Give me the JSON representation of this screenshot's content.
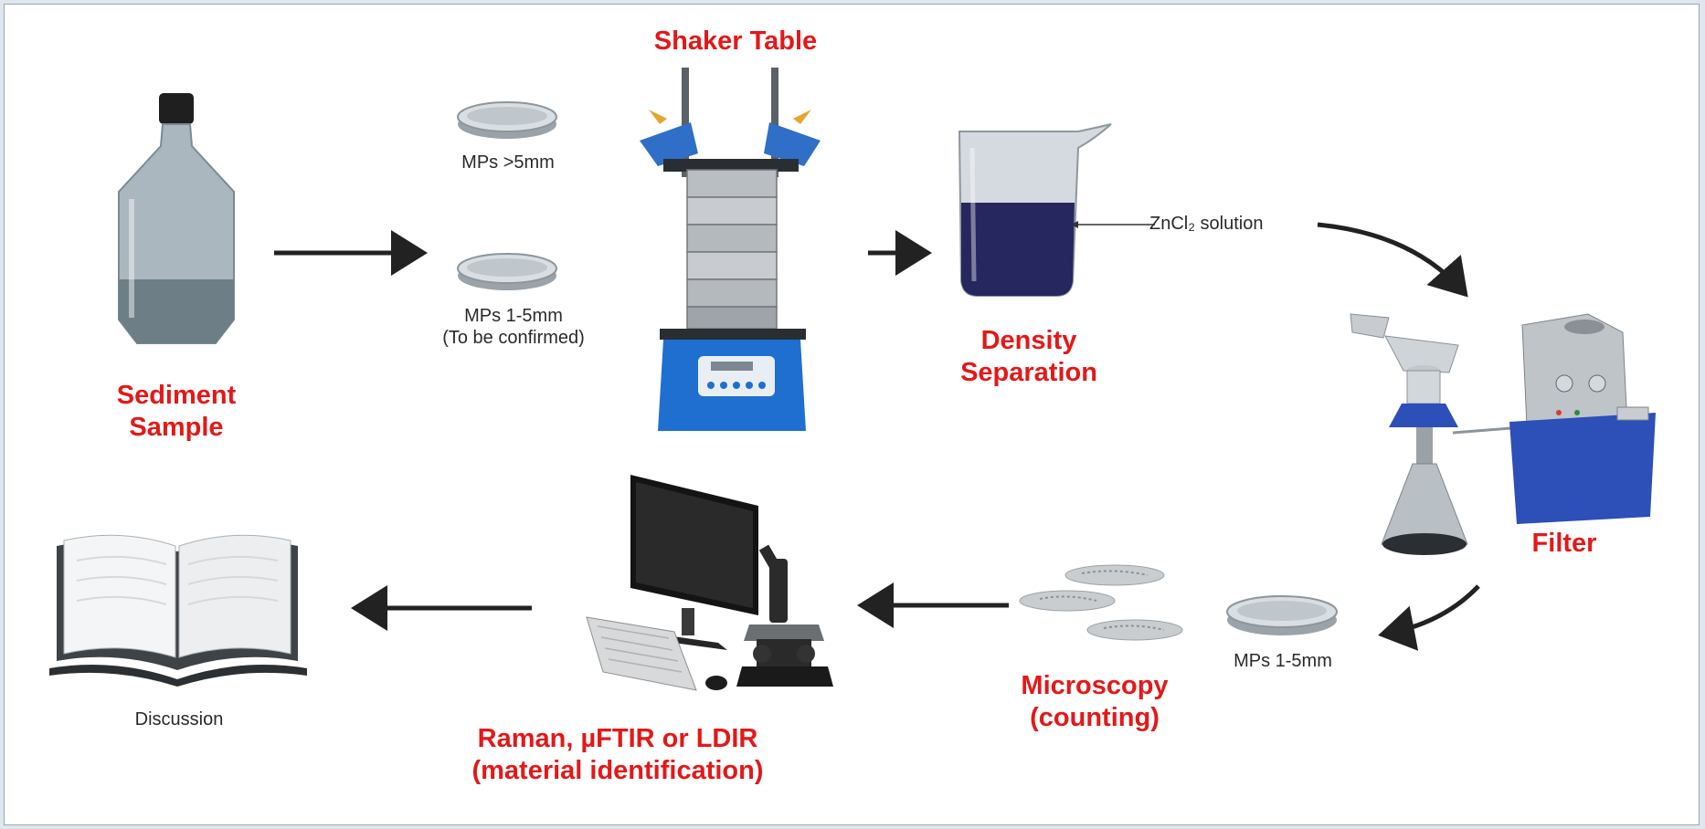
{
  "diagram": {
    "steps": {
      "sediment_sample": "Sediment\nSample",
      "shaker_table": "Shaker Table",
      "density_separation": "Density\nSeparation",
      "filter": "Filter",
      "microscopy": "Microscopy\n(counting)",
      "identification": "Raman, µFTIR or LDIR\n(material identification)"
    },
    "captions": {
      "mps_gt5": "MPs >5mm",
      "mps_1_5_tbc": "MPs 1-5mm\n(To be confirmed)",
      "zncl2": "ZnCl₂ solution",
      "mps_1_5": "MPs 1-5mm",
      "discussion": "Discussion"
    },
    "colors": {
      "step_label": "#e41818",
      "arrow": "#222222",
      "shaker_blue": "#1f6fd0",
      "pump_blue": "#2c4fb8",
      "solution": "#26275e"
    },
    "icons": [
      "bottle-icon",
      "petri-dish-icon",
      "sieve-shaker-icon",
      "beaker-icon",
      "vacuum-filter-icon",
      "filter-paper-icon",
      "microscope-computer-icon",
      "open-book-icon"
    ]
  }
}
